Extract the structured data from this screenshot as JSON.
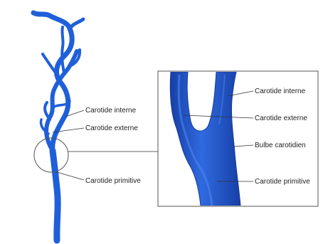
{
  "colors": {
    "vessel": "#1f5fd9",
    "vessel_dark": "#173fa6",
    "vessel_light": "#4d86ee",
    "line": "#333333",
    "frame": "#555555",
    "text": "#222222",
    "background": "#ffffff"
  },
  "left_labels": {
    "internal": "Carotide interne",
    "external": "Carotide externe",
    "common": "Carotide primitive"
  },
  "inset_labels": {
    "internal": "Carotide interne",
    "external": "Carotide externe",
    "bulb": "Bulbe carotidien",
    "common": "Carotide primitive"
  }
}
